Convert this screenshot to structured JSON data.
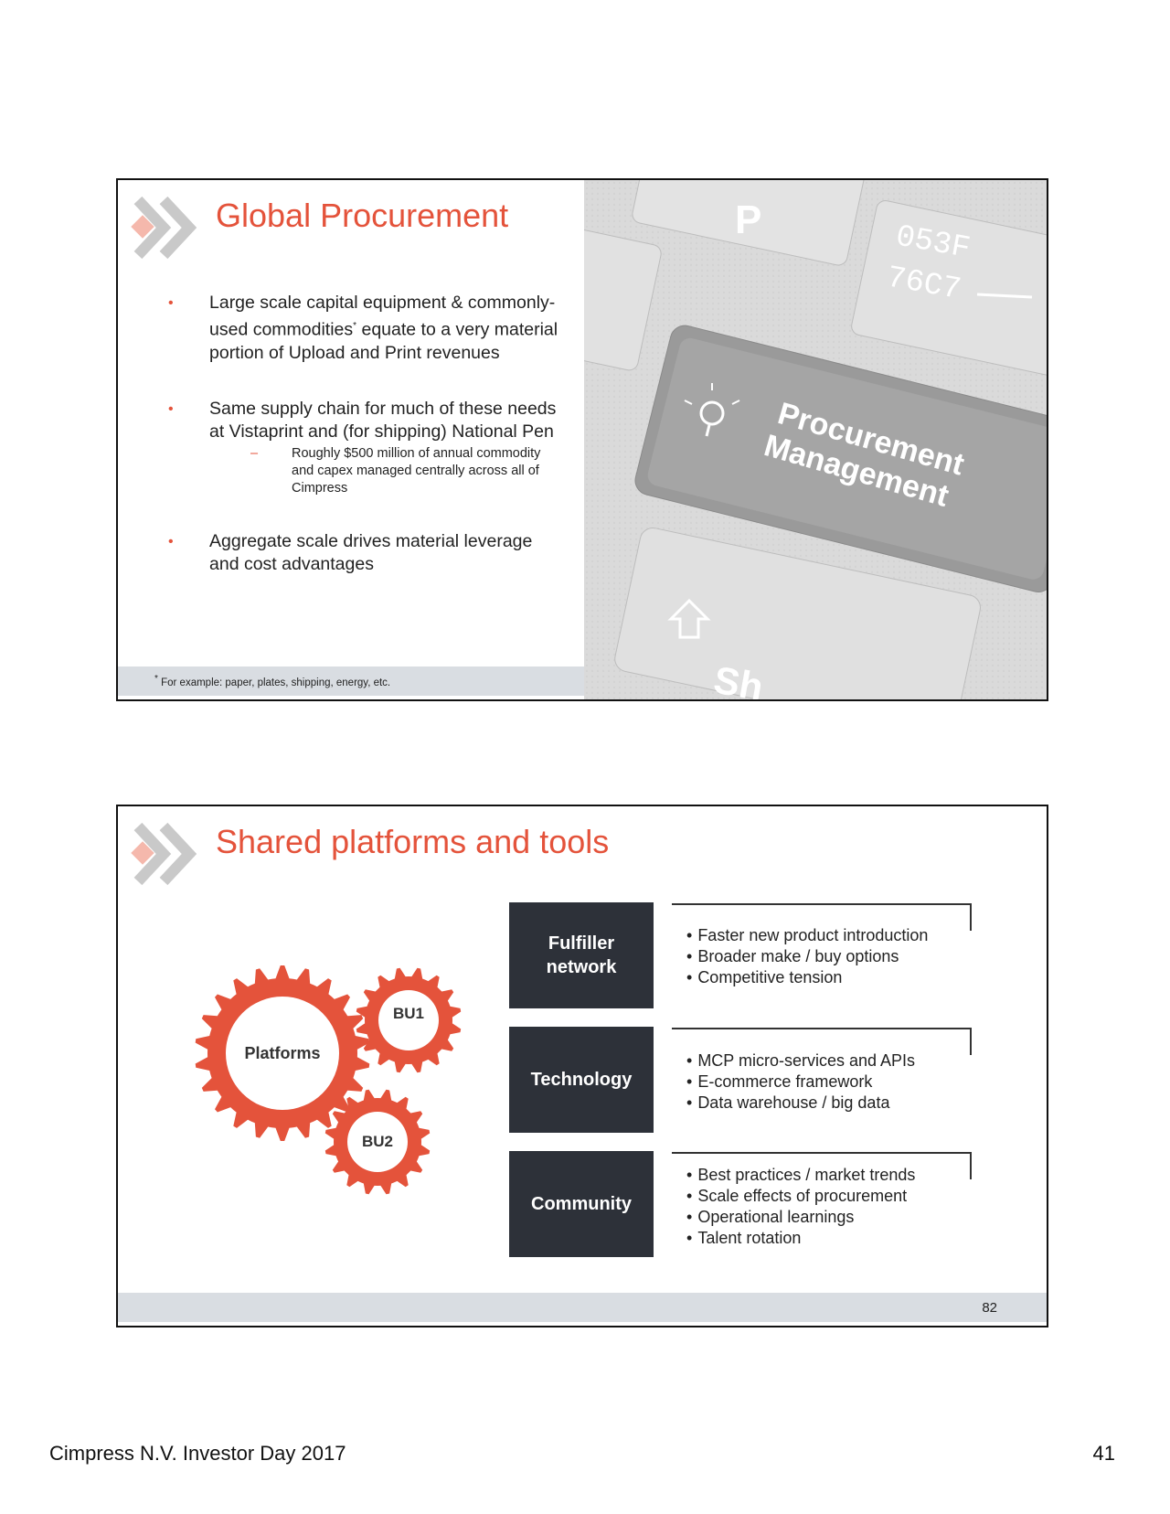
{
  "slide1": {
    "title": "Global Procurement",
    "bullets": [
      {
        "text": "Large scale capital equipment & commonly-used commodities",
        "sup": "*",
        "text_after": " equate to a very material portion of Upload and Print revenues"
      },
      {
        "text": "Same supply chain for much of these needs at Vistaprint and (for shipping) National Pen",
        "sub": "Roughly $500 million of annual commodity and capex managed centrally across all of Cimpress"
      },
      {
        "text": "Aggregate scale drives material leverage and cost advantages"
      }
    ],
    "bullet_marker": "•",
    "sub_marker": "–",
    "footnote_sup": "*",
    "footnote": "For example: paper, plates, shipping, energy, etc.",
    "image": {
      "key_letters": "P",
      "caption_line1": "Procurement",
      "caption_line2": "Management",
      "hex_text_1": "053F",
      "hex_text_2": "76C7",
      "shift_text": "Sh"
    }
  },
  "slide2": {
    "title": "Shared platforms and tools",
    "gears": {
      "main": "Platforms",
      "small1": "BU1",
      "small2": "BU2"
    },
    "categories": [
      {
        "label_line1": "Fulfiller",
        "label_line2": "network",
        "items": [
          "Faster new product introduction",
          "Broader make / buy options",
          "Competitive tension"
        ]
      },
      {
        "label_line1": "Technology",
        "label_line2": "",
        "items": [
          "MCP micro-services and APIs",
          "E-commerce framework",
          "Data warehouse / big data"
        ]
      },
      {
        "label_line1": "Community",
        "label_line2": "",
        "items": [
          "Best practices / market trends",
          "Scale effects of procurement",
          "Operational learnings",
          "Talent rotation"
        ]
      }
    ],
    "slide_number": "82"
  },
  "footer": {
    "left": "Cimpress N.V. Investor Day 2017",
    "page": "41"
  },
  "colors": {
    "accent": "#e4533b",
    "dark_box": "#2d3139",
    "bar": "#d9dde2"
  }
}
